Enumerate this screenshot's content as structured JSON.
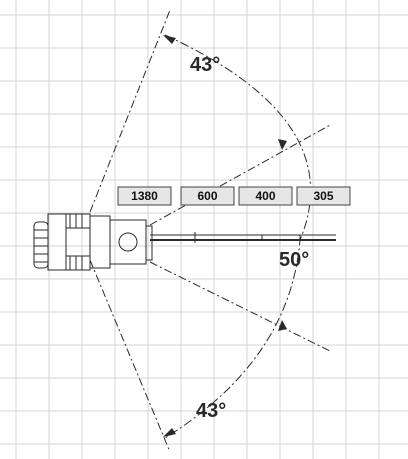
{
  "angles": {
    "upper": "43°",
    "middle": "50°",
    "lower": "43°"
  },
  "segments": [
    "1380",
    "600",
    "400",
    "305"
  ],
  "colors": {
    "grid": "#d4d4d4",
    "line": "#2a2a2a",
    "box_fill": "#e6e6e6",
    "box_border": "#444444"
  }
}
